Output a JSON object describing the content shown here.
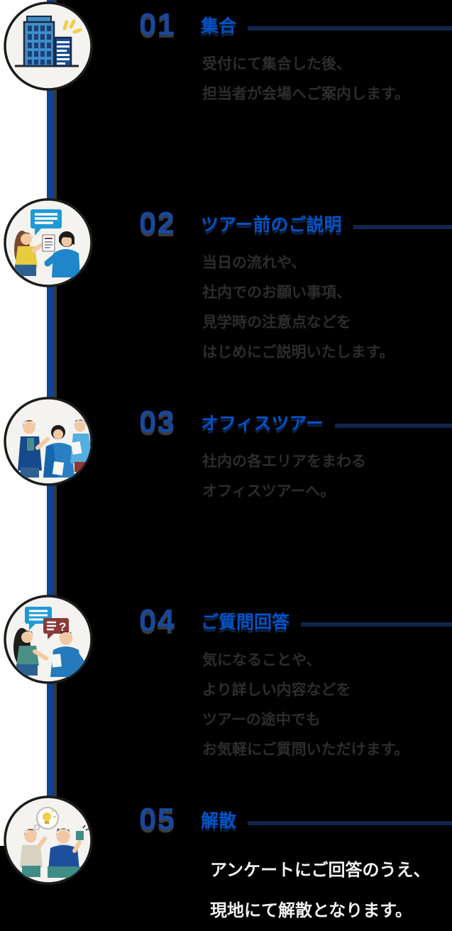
{
  "page": {
    "background_color": "#000000",
    "accent_title_blue": "#0054c8",
    "number_blue": "#17489e",
    "timeline_line_blue": "#0d4494",
    "body_text_color": "#2d2d2d",
    "body_text_color_light": "#f0f0f0",
    "circle_fill": "#f4f3f0"
  },
  "timeline": {
    "items": [
      {
        "number": "01",
        "title": "集合",
        "body": "受付にて集合した後、\n担当者が会場へご案内します。",
        "illustration": "office-buildings-icon"
      },
      {
        "number": "02",
        "title": "ツアー前のご説明",
        "body": "当日の流れや、\n社内でのお願い事項、\n見学時の注意点などを\nはじめにご説明いたします。",
        "illustration": "briefing-people-icon"
      },
      {
        "number": "03",
        "title": "オフィスツアー",
        "body": "社内の各エリアをまわる\nオフィスツアーへ。",
        "illustration": "group-tour-icon"
      },
      {
        "number": "04",
        "title": "ご質問回答",
        "body": "気になることや、\nより詳しい内容などを\nツアーの途中でも\nお気軽にご質問いただけます。",
        "illustration": "question-answer-icon"
      },
      {
        "number": "05",
        "title": "解散",
        "body": "アンケートにご回答のうえ、\n現地にて解散となります。",
        "illustration": "idea-chat-icon"
      }
    ]
  }
}
